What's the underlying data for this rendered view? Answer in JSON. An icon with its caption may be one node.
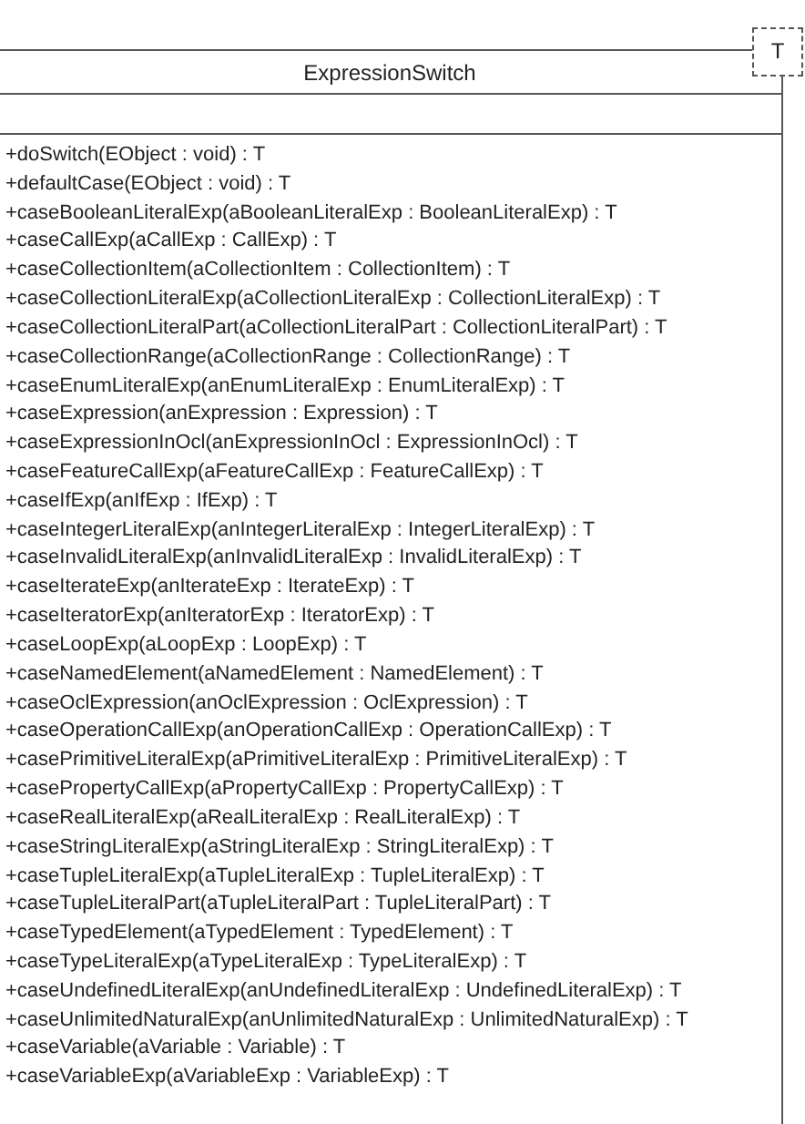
{
  "diagram": {
    "nodes": [
      {
        "text": [
          "ExpressionSwitch",
          "+doSwitch(EObject : void) : T",
          "+defaultCase(EObject : void) : T",
          "+caseBooleanLiteralExp(aBooleanLiteralExp : BooleanLiteralExp) : T",
          "+caseCallExp(aCallExp : CallExp) : T",
          "+caseCollectionItem(aCollectionItem : CollectionItem) : T",
          "+caseCollectionLiteralExp(aCollectionLiteralExp : CollectionLiteralExp) : T",
          "+caseCollectionLiteralPart(aCollectionLiteralPart : CollectionLiteralPart) : T",
          "+caseCollectionRange(aCollectionRange : CollectionRange) : T",
          "+caseEnumLiteralExp(anEnumLiteralExp : EnumLiteralExp) : T",
          "+caseExpression(anExpression : Expression) : T",
          "+caseExpressionInOcl(anExpressionInOcl : ExpressionInOcl) : T",
          "+caseFeatureCallExp(aFeatureCallExp : FeatureCallExp) : T",
          "+caseIfExp(anIfExp : IfExp) : T",
          "+caseIntegerLiteralExp(anIntegerLiteralExp : IntegerLiteralExp) : T",
          "+caseInvalidLiteralExp(anInvalidLiteralExp : InvalidLiteralExp) : T",
          "+caseIterateExp(anIterateExp : IterateExp) : T",
          "+caseIteratorExp(anIteratorExp : IteratorExp) : T",
          "+caseLoopExp(aLoopExp : LoopExp) : T",
          "+caseNamedElement(aNamedElement : NamedElement) : T",
          "+caseOclExpression(anOclExpression : OclExpression) : T",
          "+caseOperationCallExp(anOperationCallExp : OperationCallExp) : T",
          "+casePrimitiveLiteralExp(aPrimitiveLiteralExp : PrimitiveLiteralExp) : T",
          "+casePropertyCallExp(aPropertyCallExp : PropertyCallExp) : T",
          "+caseRealLiteralExp(aRealLiteralExp : RealLiteralExp) : T",
          "+caseStringLiteralExp(aStringLiteralExp : StringLiteralExp) : T",
          "+caseTupleLiteralExp(aTupleLiteralExp : TupleLiteralExp) : T",
          "+caseTupleLiteralPart(aTupleLiteralPart : TupleLiteralPart) : T",
          "+caseTypedElement(aTypedElement : TypedElement) : T",
          "+caseTypeLiteralExp(aTypeLiteralExp : TypeLiteralExp) : T",
          "+caseUndefinedLiteralExp(anUndefinedLiteralExp : UndefinedLiteralExp) : T",
          "+caseUnlimitedNaturalExp(anUnlimitedNaturalExp : UnlimitedNaturalExp) : T",
          "+caseVariable(aVariable : Variable) : T",
          "+caseVariableExp(aVariableExp : VariableExp) : T"
        ]
      },
      {
        "text": [
          "T"
        ]
      }
    ],
    "edges": []
  }
}
